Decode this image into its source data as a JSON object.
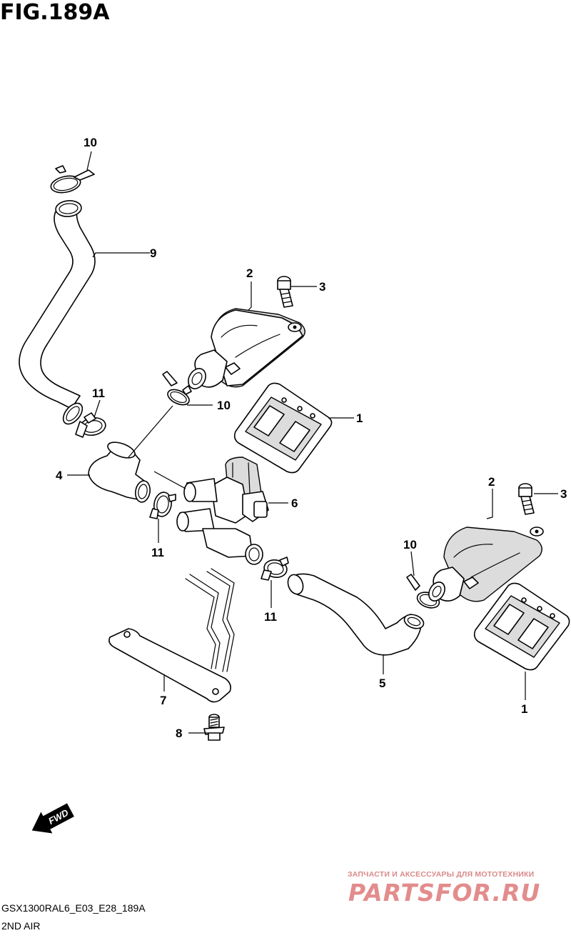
{
  "header": {
    "title": "FIG.189A"
  },
  "callouts": [
    {
      "key": "c10a",
      "text": "10"
    },
    {
      "key": "c9",
      "text": "9"
    },
    {
      "key": "c2a",
      "text": "2"
    },
    {
      "key": "c3a",
      "text": "3"
    },
    {
      "key": "c11a",
      "text": "11"
    },
    {
      "key": "c10b",
      "text": "10"
    },
    {
      "key": "c1a",
      "text": "1"
    },
    {
      "key": "c4",
      "text": "4"
    },
    {
      "key": "c6",
      "text": "6"
    },
    {
      "key": "c11b",
      "text": "11"
    },
    {
      "key": "c2b",
      "text": "2"
    },
    {
      "key": "c3b",
      "text": "3"
    },
    {
      "key": "c10c",
      "text": "10"
    },
    {
      "key": "c11c",
      "text": "11"
    },
    {
      "key": "c5",
      "text": "5"
    },
    {
      "key": "c7",
      "text": "7"
    },
    {
      "key": "c1b",
      "text": "1"
    },
    {
      "key": "c8",
      "text": "8"
    }
  ],
  "fwd_label": "FWD",
  "footer": {
    "code": "GSX1300RAL6_E03_E28_189A",
    "description": "2ND AIR"
  },
  "watermark": {
    "tagline": "ЗАПЧАСТИ И АКСЕССУАРЫ ДЛЯ МОТОТЕХНИКИ",
    "brand": "PARTSFOR.RU"
  }
}
